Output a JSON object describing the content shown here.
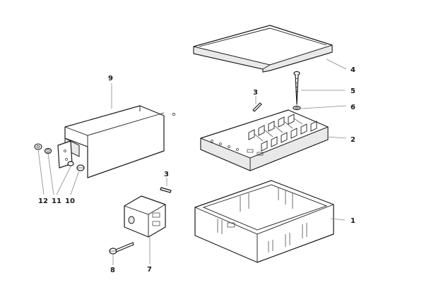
{
  "diagram": {
    "callouts": {
      "c1": "1",
      "c2": "2",
      "c3_upper": "3",
      "c3_lower": "3",
      "c4": "4",
      "c5": "5",
      "c6": "6",
      "c7": "7",
      "c8": "8",
      "c9": "9",
      "c10": "10",
      "c11": "11",
      "c12": "12"
    }
  }
}
